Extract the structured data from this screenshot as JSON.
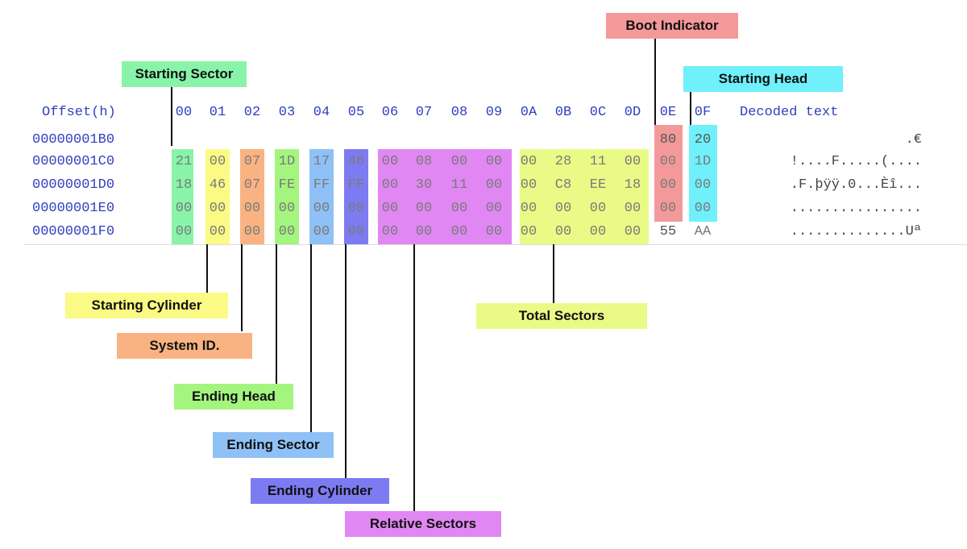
{
  "header": {
    "offset_label": "Offset(h)",
    "columns": [
      "00",
      "01",
      "02",
      "03",
      "04",
      "05",
      "06",
      "07",
      "08",
      "09",
      "0A",
      "0B",
      "0C",
      "0D",
      "0E",
      "0F"
    ],
    "decoded_label": "Decoded text"
  },
  "rows": [
    {
      "offset": "00000001B0",
      "cells": [
        "",
        "",
        "",
        "",
        "",
        "",
        "",
        "",
        "",
        "",
        "",
        "",
        "",
        "",
        "80",
        "20"
      ],
      "decoded": ".€"
    },
    {
      "offset": "00000001C0",
      "cells": [
        "21",
        "00",
        "07",
        "1D",
        "17",
        "46",
        "00",
        "08",
        "00",
        "00",
        "00",
        "28",
        "11",
        "00",
        "00",
        "1D"
      ],
      "decoded": "!....F.....(...."
    },
    {
      "offset": "00000001D0",
      "cells": [
        "18",
        "46",
        "07",
        "FE",
        "FF",
        "FF",
        "00",
        "30",
        "11",
        "00",
        "00",
        "C8",
        "EE",
        "18",
        "00",
        "00"
      ],
      "decoded": ".F.þÿÿ.0...Èî..."
    },
    {
      "offset": "00000001E0",
      "cells": [
        "00",
        "00",
        "00",
        "00",
        "00",
        "00",
        "00",
        "00",
        "00",
        "00",
        "00",
        "00",
        "00",
        "00",
        "00",
        "00"
      ],
      "decoded": "................"
    },
    {
      "offset": "00000001F0",
      "cells": [
        "00",
        "00",
        "00",
        "00",
        "00",
        "00",
        "00",
        "00",
        "00",
        "00",
        "00",
        "00",
        "00",
        "00",
        "55",
        "AA"
      ],
      "decoded": "..............Uª"
    }
  ],
  "fields": [
    {
      "key": "boot",
      "label": "Boot Indicator",
      "color": "#f4999a"
    },
    {
      "key": "starting_head",
      "label": "Starting Head",
      "color": "#6ff0fb"
    },
    {
      "key": "starting_sector",
      "label": "Starting Sector",
      "color": "#89f4a9"
    },
    {
      "key": "starting_cylinder",
      "label": "Starting Cylinder",
      "color": "#fbfa85"
    },
    {
      "key": "system_id",
      "label": "System ID.",
      "color": "#f9b382"
    },
    {
      "key": "ending_head",
      "label": "Ending Head",
      "color": "#a4f57e"
    },
    {
      "key": "ending_sector",
      "label": "Ending Sector",
      "color": "#8fc1f6"
    },
    {
      "key": "ending_cylinder",
      "label": "Ending Cylinder",
      "color": "#7d7bf1"
    },
    {
      "key": "relative_sectors",
      "label": "Relative Sectors",
      "color": "#e187f3"
    },
    {
      "key": "total_sectors",
      "label": "Total Sectors",
      "color": "#eafa86"
    }
  ]
}
